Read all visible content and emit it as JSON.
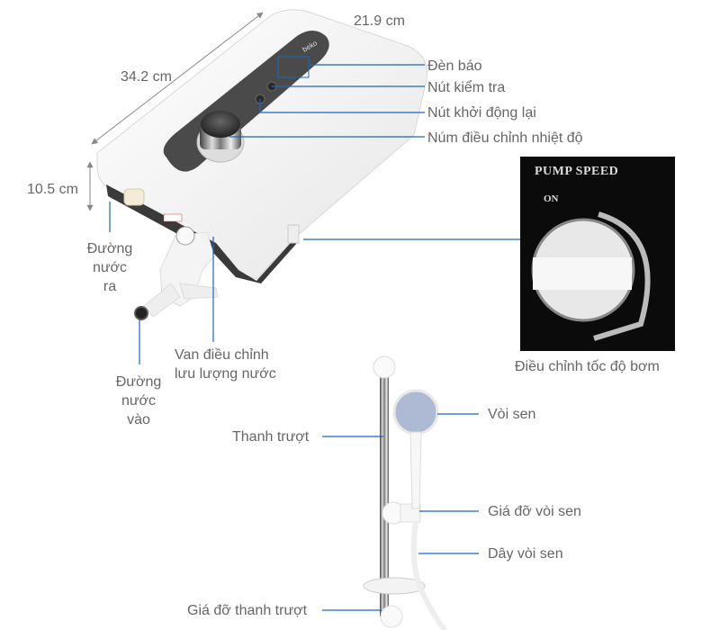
{
  "dimensions": {
    "width": "21.9 cm",
    "length": "34.2 cm",
    "height": "10.5 cm"
  },
  "heater": {
    "brand": "beko",
    "labels": {
      "indicator_light": "Đèn báo",
      "test_button": "Nút kiểm tra",
      "reset_button": "Nút khởi động lại",
      "temp_knob": "Núm điều chỉnh nhiệt độ",
      "water_outlet": [
        "Đường",
        "nước",
        "ra"
      ],
      "water_inlet": [
        "Đường",
        "nước",
        "vào"
      ],
      "flow_valve": [
        "Van điều chỉnh",
        "lưu lượng nước"
      ]
    }
  },
  "pump": {
    "panel_title": "PUMP SPEED",
    "panel_on": "ON",
    "caption": "Điều chỉnh tốc độ bơm"
  },
  "shower": {
    "labels": {
      "slide_bar": "Thanh trượt",
      "shower_head": "Vòi sen",
      "head_holder": "Giá đỡ vòi sen",
      "hose": "Dây vòi sen",
      "bar_bracket": "Giá đỡ thanh trượt"
    }
  },
  "colors": {
    "leader_line": "#1a66c2",
    "label_text": "#666666",
    "dimension_line": "#888888",
    "panel_dark": "#4a4a4a",
    "pump_bg": "#0b0b0b"
  }
}
